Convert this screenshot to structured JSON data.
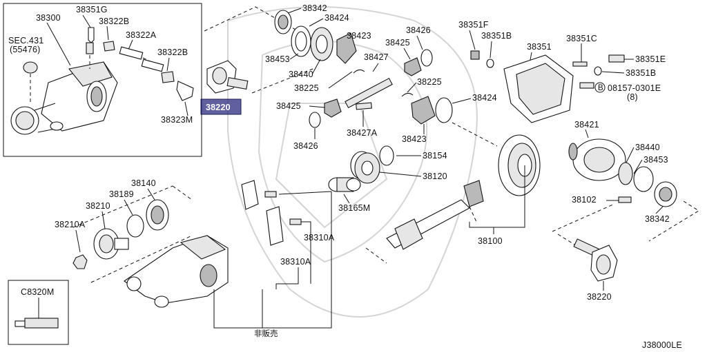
{
  "diagram": {
    "figure_code": "J38000LE",
    "not_for_sale_label": "非販売",
    "inset_top_left": {
      "labels": {
        "assembly": "38300",
        "sec_ref": "SEC.431",
        "sec_ref_sub": "(55476)",
        "breather": "38351G",
        "clip_a": "38322B",
        "hose": "38322A",
        "clip_b": "38322B",
        "breather_cap": "38323M"
      }
    },
    "inset_bottom_left": {
      "label": "C8320M"
    },
    "labels": {
      "highlighted": "38220",
      "bearing_top": "38342",
      "adj_shim_top": "38424",
      "side_gear_top": "38423",
      "bearing_race_top": "38453",
      "bearing_cone_top": "38440",
      "pinion_shaft": "38427",
      "lock_pin_top": "38225",
      "pinion_gear_top": "38425",
      "thrust_washer_top": "38426",
      "pinion_gear_mid": "38425",
      "thrust_washer_mid": "38426",
      "lock_pin_mid": "38427A",
      "lock_pin_right": "38225",
      "adj_shim_right": "38424",
      "side_gear_right": "38423",
      "cover_stud": "38351F",
      "gasket_b": "38351B",
      "cover": "38351",
      "stud_c": "38351C",
      "bolt_e": "38351E",
      "gasket_b2": "38351B",
      "bolt_b": "08157-0301E",
      "bolt_b_qty": "(8)",
      "case": "38421",
      "bearing_cone_right": "38440",
      "bearing_race_right": "38453",
      "case_bolt": "38102",
      "bearing_right": "38342",
      "side_flange": "38220",
      "shim_pinion": "38154",
      "bearing_pinion": "38120",
      "spacer": "38165M",
      "gear_set": "38100",
      "pinion_bearing": "38140",
      "seal_189": "38189",
      "flange_210": "38210",
      "nut_210a": "38210A",
      "mount_a1": "38310A",
      "mount_a2": "38310A"
    },
    "colors": {
      "highlight": "#2b2b7e",
      "highlight_text": "#3a3a9a"
    }
  }
}
